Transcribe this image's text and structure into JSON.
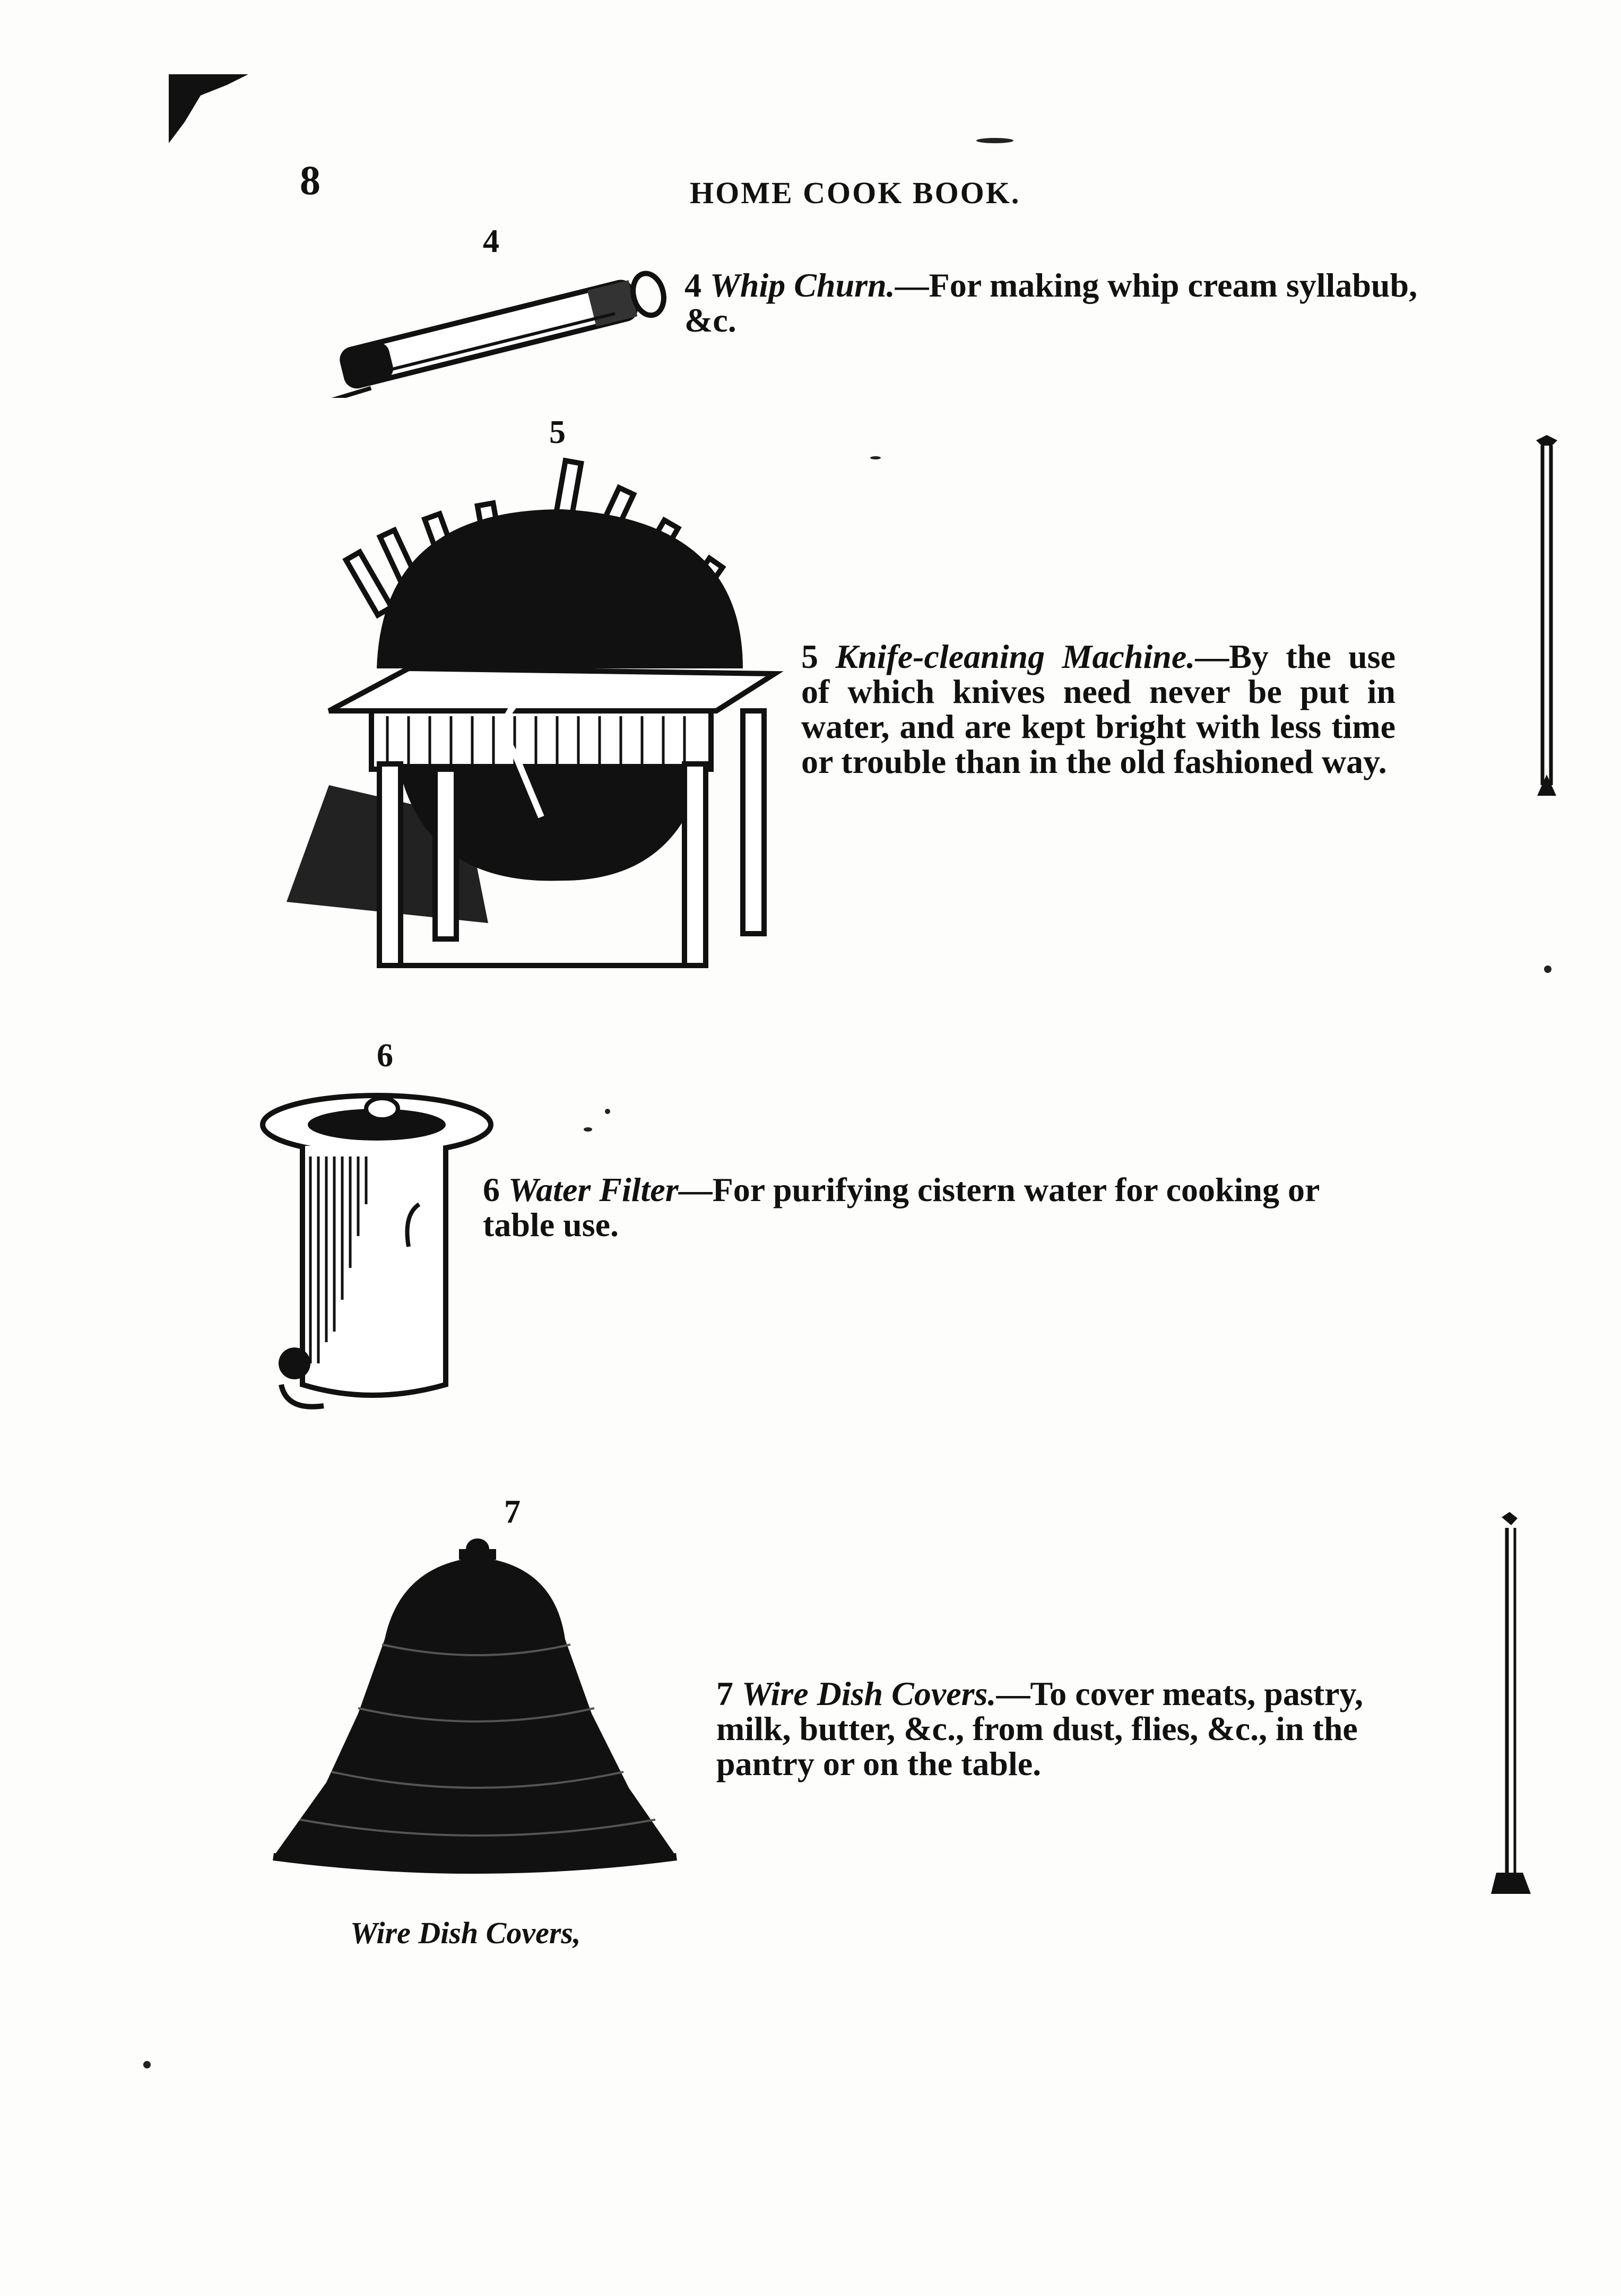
{
  "header": {
    "page_number": "8",
    "running_title": "HOME COOK BOOK."
  },
  "items": [
    {
      "figure_label": "4",
      "number": "4",
      "name": "Whip Churn.",
      "description": "—For making whip cream syllabub, &c."
    },
    {
      "figure_label": "5",
      "number": "5",
      "name": "Knife-cleaning Machine.",
      "description": "—By the use of which knives need never be put in water, and are kept bright with less time or trouble than in the old fashioned way."
    },
    {
      "figure_label": "6",
      "number": "6",
      "name": "Water Filter",
      "description": "—For purifying cistern water for cooking or table use."
    },
    {
      "figure_label": "7",
      "number": "7",
      "name": "Wire Dish Covers.",
      "description": "—To cover meats, pastry, milk, butter, &c., from dust, flies, &c., in the pantry or on the table."
    }
  ],
  "illustration_caption": "Wire Dish Covers,",
  "icons": [
    "whip-churn-illustration",
    "knife-cleaning-machine-illustration",
    "water-filter-illustration",
    "wire-dish-cover-illustration"
  ]
}
